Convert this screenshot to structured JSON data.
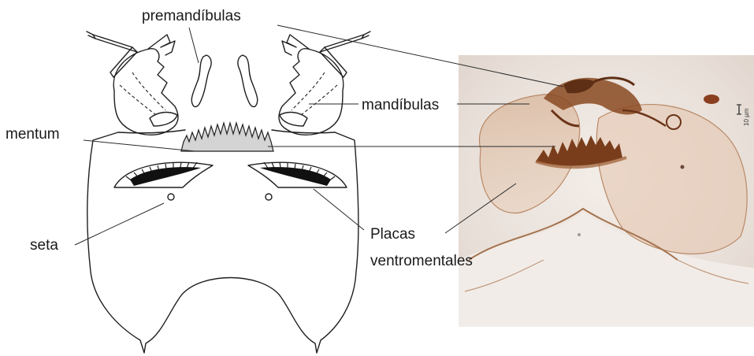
{
  "labels": {
    "premandibulas": "premandíbulas",
    "mandibulas": "mandíbulas",
    "mentum": "mentum",
    "seta": "seta",
    "placas_line1": "Placas",
    "placas_line2": "ventromentales"
  },
  "scale_bar": "10 µm",
  "colors": {
    "line": "#1f1f1f",
    "mentum_fill": "#d4d4d4",
    "photo_bg": "#ece4de",
    "specimen": "#8a4a22"
  }
}
